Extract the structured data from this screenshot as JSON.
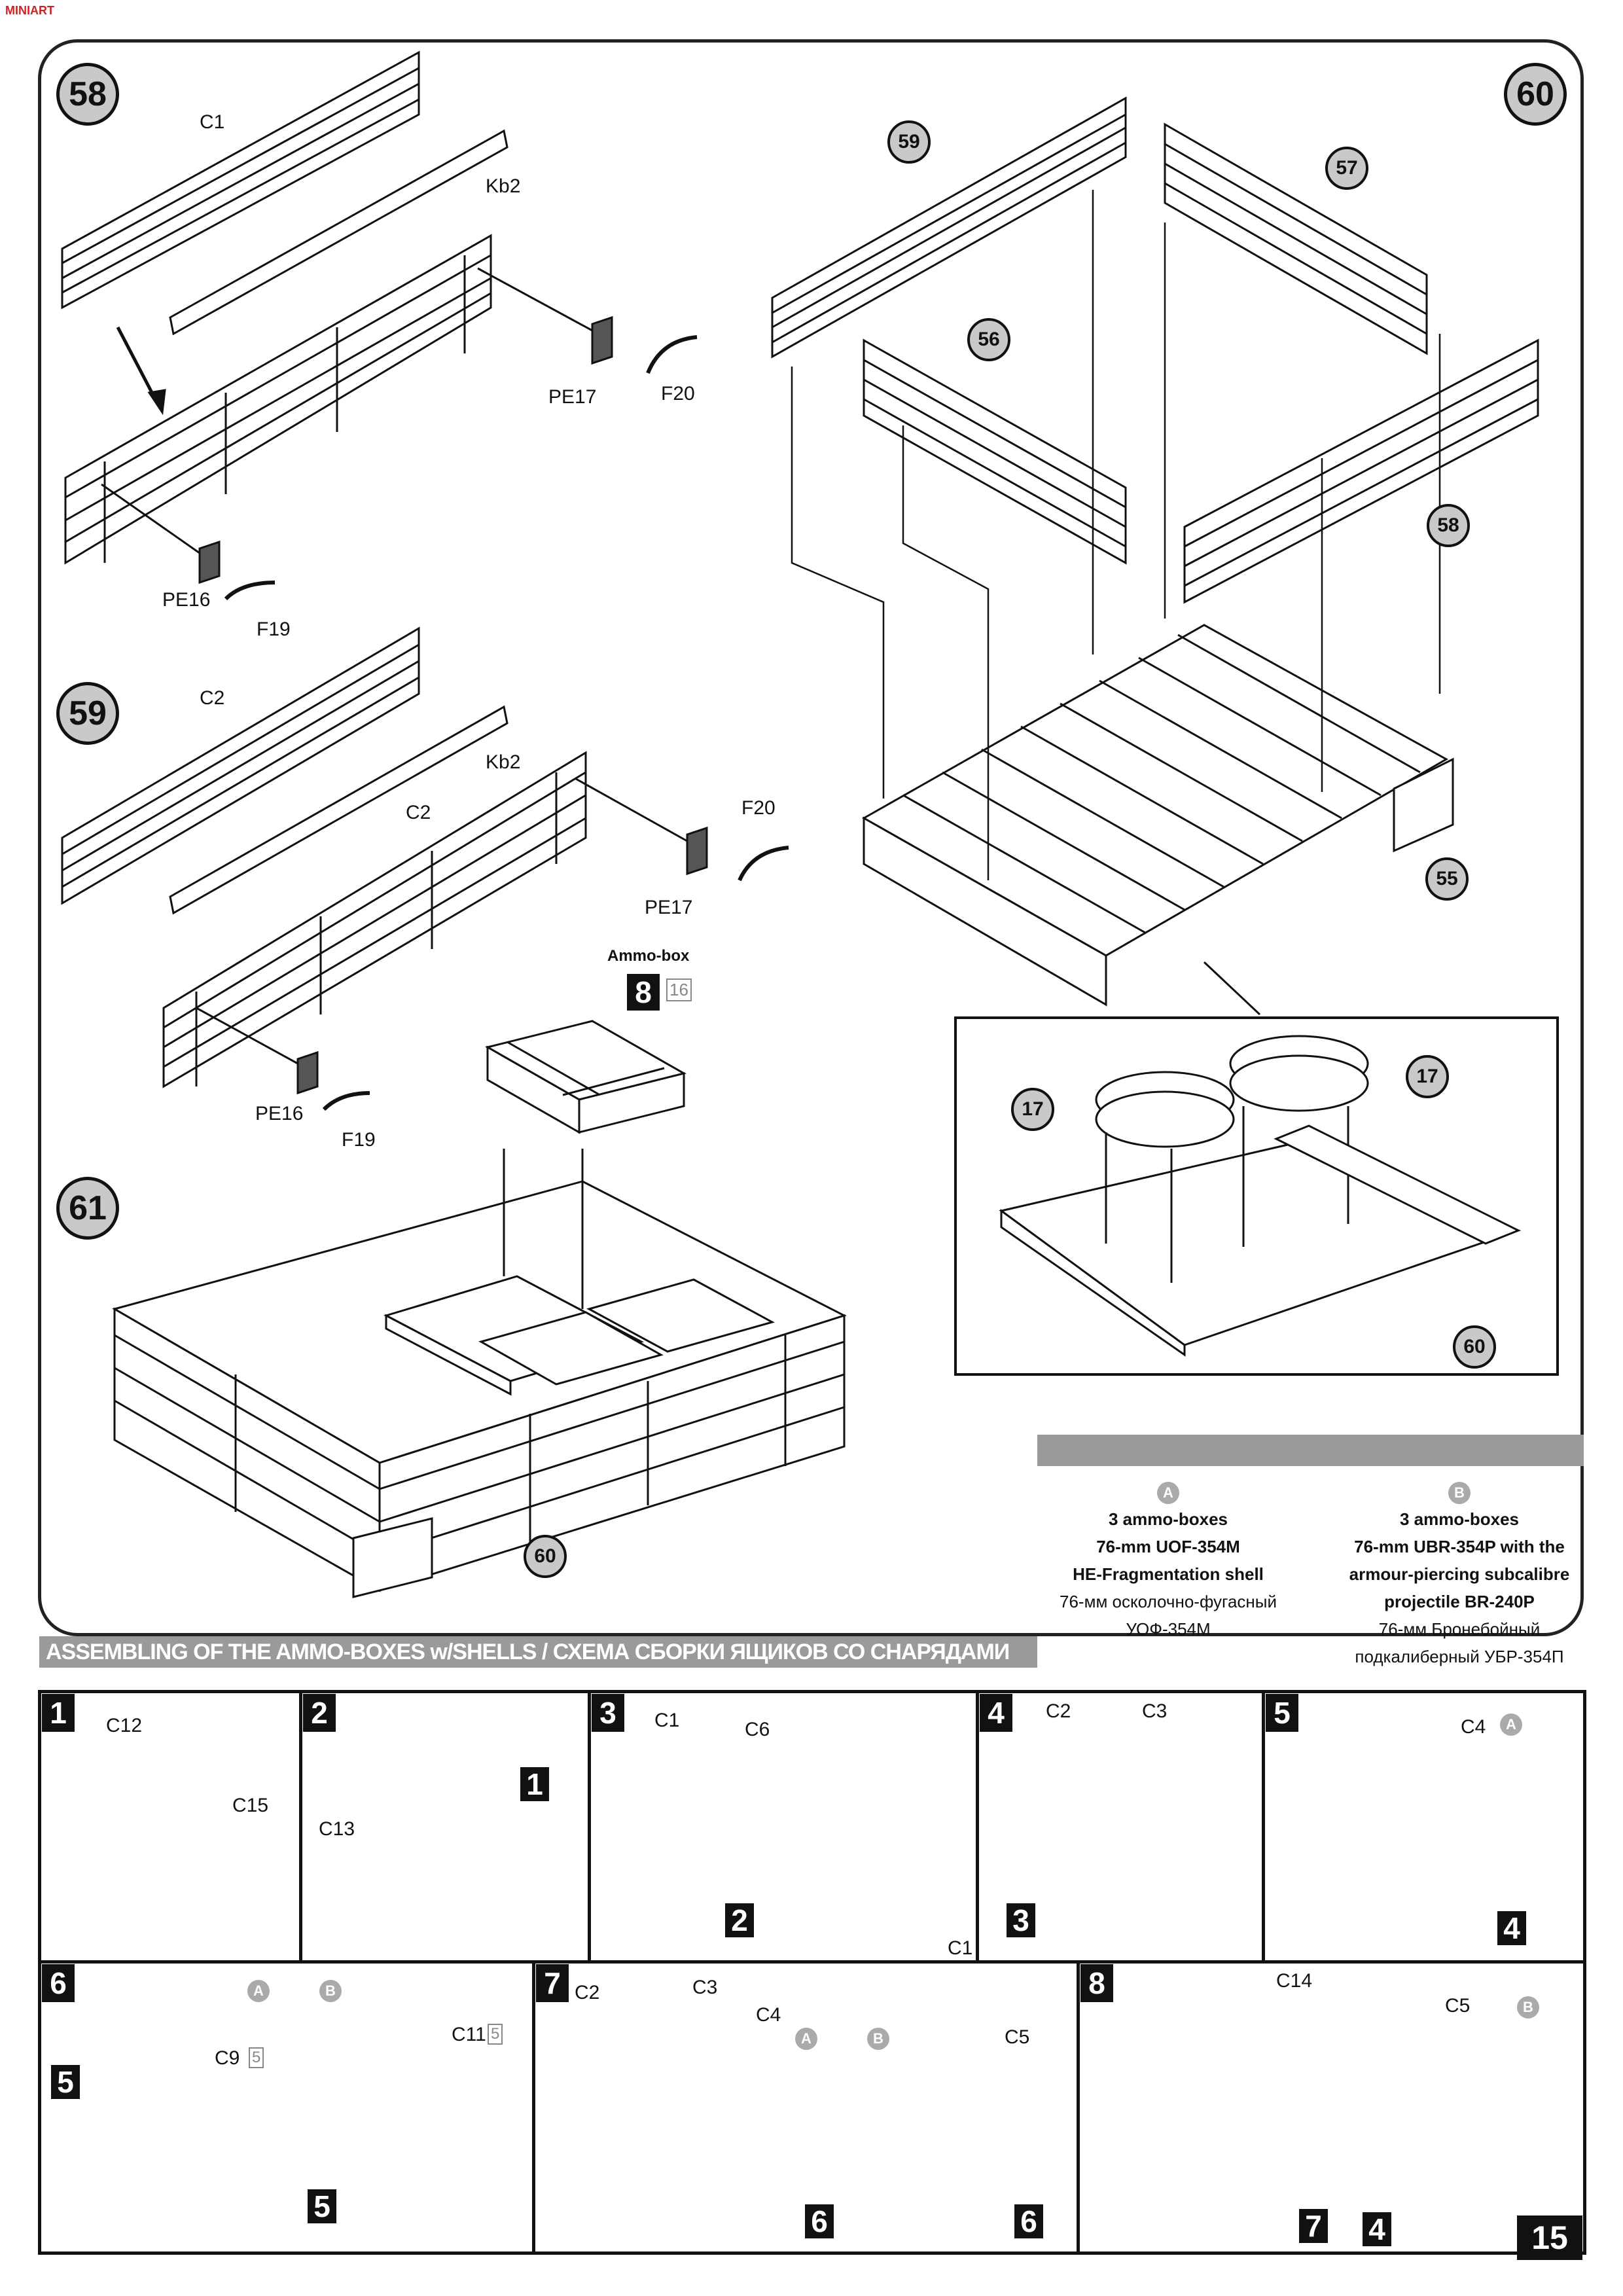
{
  "corner_mark": "MINIART",
  "steps_top": {
    "s58": "58",
    "s59": "59",
    "s60": "60",
    "s61": "61"
  },
  "parts": {
    "c1": "C1",
    "kb2_a": "Kb2",
    "pe17_a": "PE17",
    "f20_a": "F20",
    "pe16_a": "PE16",
    "f19_a": "F19",
    "c2_a": "C2",
    "kb2_b": "Kb2",
    "c2_b": "C2",
    "f20_b": "F20",
    "pe17_b": "PE17",
    "pe16_b": "PE16",
    "f19_b": "F19",
    "ammo_box": "Ammo-box",
    "ammo_box_num": "8",
    "ammo_box_page": "16"
  },
  "refs": {
    "r59": "59",
    "r57": "57",
    "r56": "56",
    "r58": "58",
    "r55": "55",
    "r17a": "17",
    "r17b": "17",
    "r60a": "60",
    "r60b": "60"
  },
  "variants": {
    "a": {
      "letter": "A",
      "title_line1": "3 ammo-boxes",
      "title_line2": "76-mm UOF-354M",
      "title_line3": "HE-Fragmentation shell",
      "ru_line1": "76-мм осколочно-фугасный",
      "ru_line2": "УОФ-354М"
    },
    "b": {
      "letter": "B",
      "title_line1": "3 ammo-boxes",
      "title_line2": "76-mm UBR-354P with the",
      "title_line3": "armour-piercing subcalibre",
      "title_line4": "projectile BR-240P",
      "ru_line1": "76-мм Бронебойный",
      "ru_line2": "подкалиберный  УБР-354П"
    }
  },
  "section_title": "ASSEMBLING OF THE AMMO-BOXES w/SHELLS / СХЕМА СБОРКИ ЯЩИКОВ СО СНАРЯДАМИ",
  "sub_steps": [
    {
      "num": "1",
      "labels": [
        "C12",
        "C15"
      ]
    },
    {
      "num": "2",
      "labels": [
        "C13"
      ],
      "ref": "1"
    },
    {
      "num": "3",
      "labels": [
        "C1",
        "C6",
        "C1"
      ],
      "ref": "2"
    },
    {
      "num": "4",
      "labels": [
        "C2",
        "C3"
      ],
      "ref": "3"
    },
    {
      "num": "5",
      "labels": [
        "C4"
      ],
      "ref": "4"
    },
    {
      "num": "6",
      "labels": [
        "C9",
        "C11"
      ],
      "ref_a": "5",
      "ref_b": "5",
      "page_a": "5",
      "page_b": "5"
    },
    {
      "num": "7",
      "labels": [
        "C2",
        "C3",
        "C4",
        "C5"
      ],
      "ref_a": "6",
      "ref_b": "6"
    },
    {
      "num": "8",
      "labels": [
        "C14"
      ],
      "ref": "7"
    },
    {
      "num": "",
      "labels": [
        "C5"
      ],
      "ref": "4"
    }
  ],
  "page_number": "15"
}
